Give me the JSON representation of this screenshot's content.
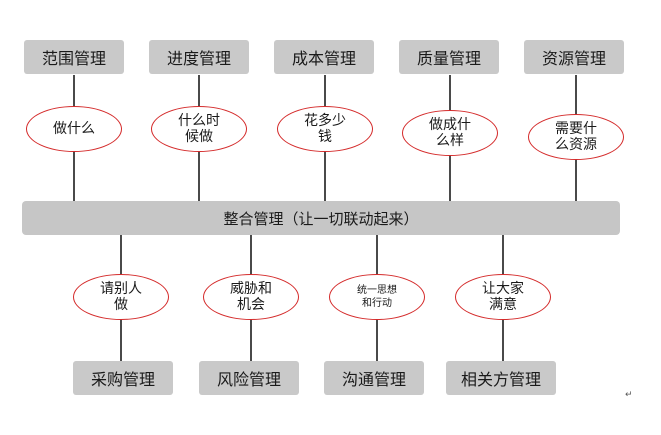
{
  "top_boxes": [
    "范围管理",
    "进度管理",
    "成本管理",
    "质量管理",
    "资源管理"
  ],
  "top_ovals": [
    "做什么",
    "什么时\n候做",
    "花多少\n钱",
    "做成什\n么样",
    "需要什\n么资源"
  ],
  "center_bar": "整合管理（让一切联动起来）",
  "bottom_ovals": [
    "请别人\n做",
    "威胁和\n机会",
    "统一思想\n和行动",
    "让大家\n满意"
  ],
  "bottom_boxes": [
    "采购管理",
    "风险管理",
    "沟通管理",
    "相关方管理"
  ],
  "end_mark": "↵"
}
